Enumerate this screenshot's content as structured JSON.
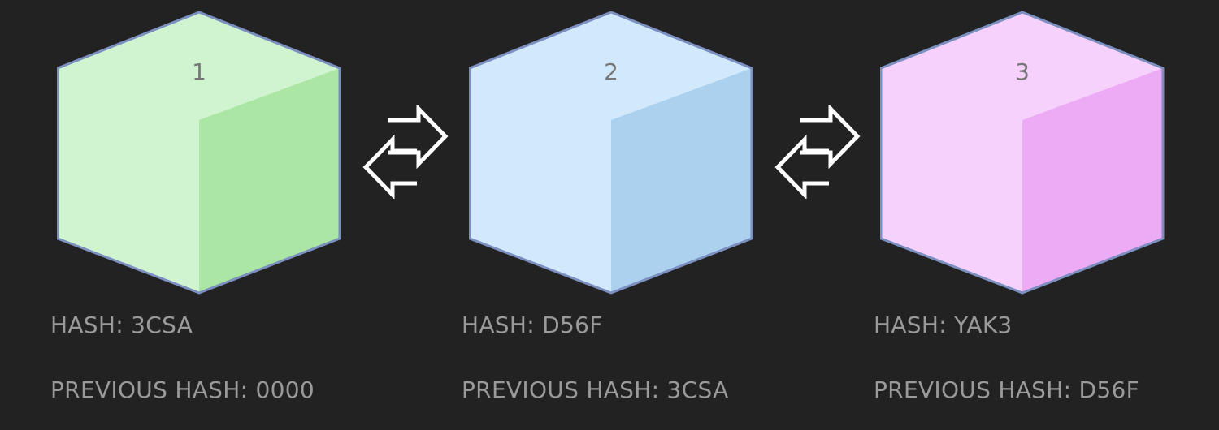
{
  "blocks": [
    {
      "number": "1",
      "hash_text": "HASH: 3CSA",
      "previous_hash_text": "PREVIOUS HASH: 0000",
      "colors": {
        "light": "#d1f4d0",
        "dark": "#abe6a5"
      }
    },
    {
      "number": "2",
      "hash_text": "HASH: D56F",
      "previous_hash_text": "PREVIOUS HASH: 3CSA",
      "colors": {
        "light": "#d1e9fb",
        "dark": "#abd1ef"
      }
    },
    {
      "number": "3",
      "hash_text": "HASH: YAK3",
      "previous_hash_text": "PREVIOUS HASH: D56F",
      "colors": {
        "light": "#f6d1fb",
        "dark": "#edaaf5"
      }
    }
  ],
  "theme": {
    "background": "#222222",
    "cube_outline": "#7b8fc0",
    "arrow_stroke": "#ffffff"
  },
  "connectors": [
    {
      "icon": "bidirectional-arrows-icon",
      "between": [
        "1",
        "2"
      ]
    },
    {
      "icon": "bidirectional-arrows-icon",
      "between": [
        "2",
        "3"
      ]
    }
  ]
}
